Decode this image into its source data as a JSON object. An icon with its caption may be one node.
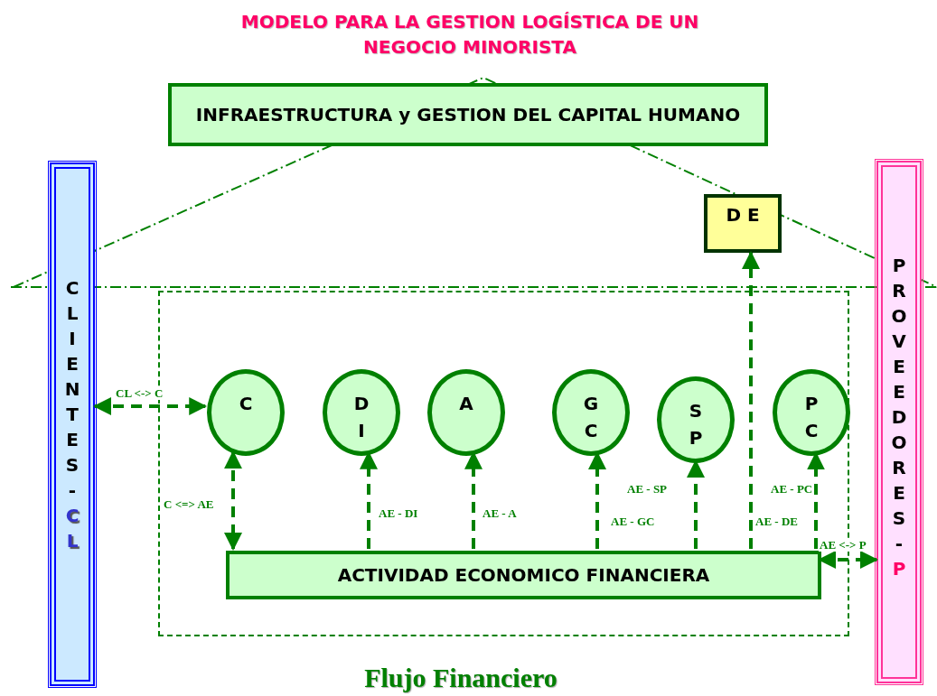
{
  "diagram": {
    "title": "MODELO PARA LA GESTION LOGÍSTICA DE UN NEGOCIO MINORISTA",
    "caption": "Flujo Financiero",
    "nodes": [
      {
        "text": [
          "INFRAESTRUCTURA y GESTION DEL CAPITAL HUMANO"
        ]
      },
      {
        "text": [
          "CLIENTES -",
          "CL"
        ]
      },
      {
        "text": [
          "D E"
        ]
      },
      {
        "text": [
          "PROVEEDORES -",
          "P"
        ]
      },
      {
        "text": [],
        "shape": "box"
      },
      {
        "text": [
          "C"
        ],
        "in": 4
      },
      {
        "text": [
          "D I"
        ],
        "in": 4
      },
      {
        "text": [
          "A"
        ],
        "in": 4
      },
      {
        "text": [
          "G C"
        ],
        "in": 4
      },
      {
        "text": [
          "S P"
        ],
        "in": 4
      },
      {
        "text": [
          "P C"
        ],
        "in": 4
      },
      {
        "text": [
          "ACTIVIDAD ECONOMICO FINANCIERA"
        ],
        "in": 4
      }
    ],
    "edges": [
      {
        "from": 1,
        "to": 5,
        "arrow": "both",
        "label": "CL <-> C",
        "style": "dashed"
      },
      {
        "from": 5,
        "to": 11,
        "arrow": "both",
        "label": "C <=> AE",
        "style": "dashed"
      },
      {
        "from": 11,
        "to": 6,
        "arrow": "to",
        "label": "AE - DI",
        "style": "dashed"
      },
      {
        "from": 11,
        "to": 7,
        "arrow": "to",
        "label": "AE - A",
        "style": "dashed"
      },
      {
        "from": 11,
        "to": 8,
        "arrow": "to",
        "label": "AE - GC",
        "style": "dashed"
      },
      {
        "from": 11,
        "to": 9,
        "arrow": "to",
        "label": "AE - SP",
        "style": "dashed"
      },
      {
        "from": 11,
        "to": 10,
        "arrow": "to",
        "label": "AE - PC",
        "style": "dashed"
      },
      {
        "from": 11,
        "to": 2,
        "arrow": "to",
        "label": "AE - DE",
        "style": "dashed"
      },
      {
        "from": 11,
        "to": 3,
        "arrow": "both",
        "label": "AE <-> P",
        "style": "dashed"
      }
    ]
  }
}
